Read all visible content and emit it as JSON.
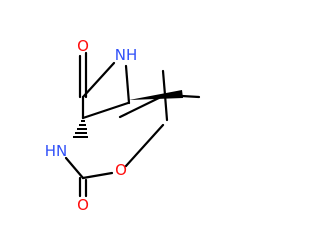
{
  "molecule": {
    "atoms": [
      {
        "id": "o-carbonyl",
        "label": "O",
        "color": "#ff0d0d"
      },
      {
        "id": "n-ring",
        "label": "NH",
        "color": "#3050f8"
      },
      {
        "id": "n-amide",
        "label": "HN",
        "color": "#3050f8"
      },
      {
        "id": "o-ester",
        "label": "O",
        "color": "#ff0d0d"
      },
      {
        "id": "o-carbamate",
        "label": "O",
        "color": "#ff0d0d"
      }
    ],
    "bond_color": "#000000"
  }
}
